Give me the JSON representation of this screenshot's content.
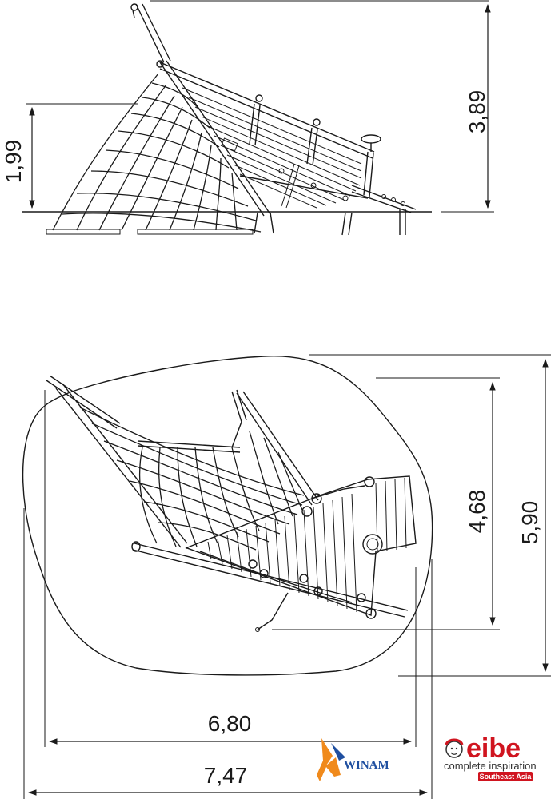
{
  "side_view": {
    "height_overall": "3,89",
    "height_platform": "1,99"
  },
  "top_view": {
    "depth_equipment": "4,68",
    "depth_safety_zone": "5,90",
    "width_equipment": "6,80",
    "width_safety_zone": "7,47"
  },
  "logos": {
    "winam": "WINAM",
    "eibe": "eibe",
    "eibe_tagline": "complete inspiration",
    "eibe_region": "Southeast Asia"
  },
  "colors": {
    "line": "#1a1a1a",
    "eibe_red": "#d0141f",
    "winam_blue": "#1f4fa0",
    "winam_orange": "#f08a1c"
  }
}
